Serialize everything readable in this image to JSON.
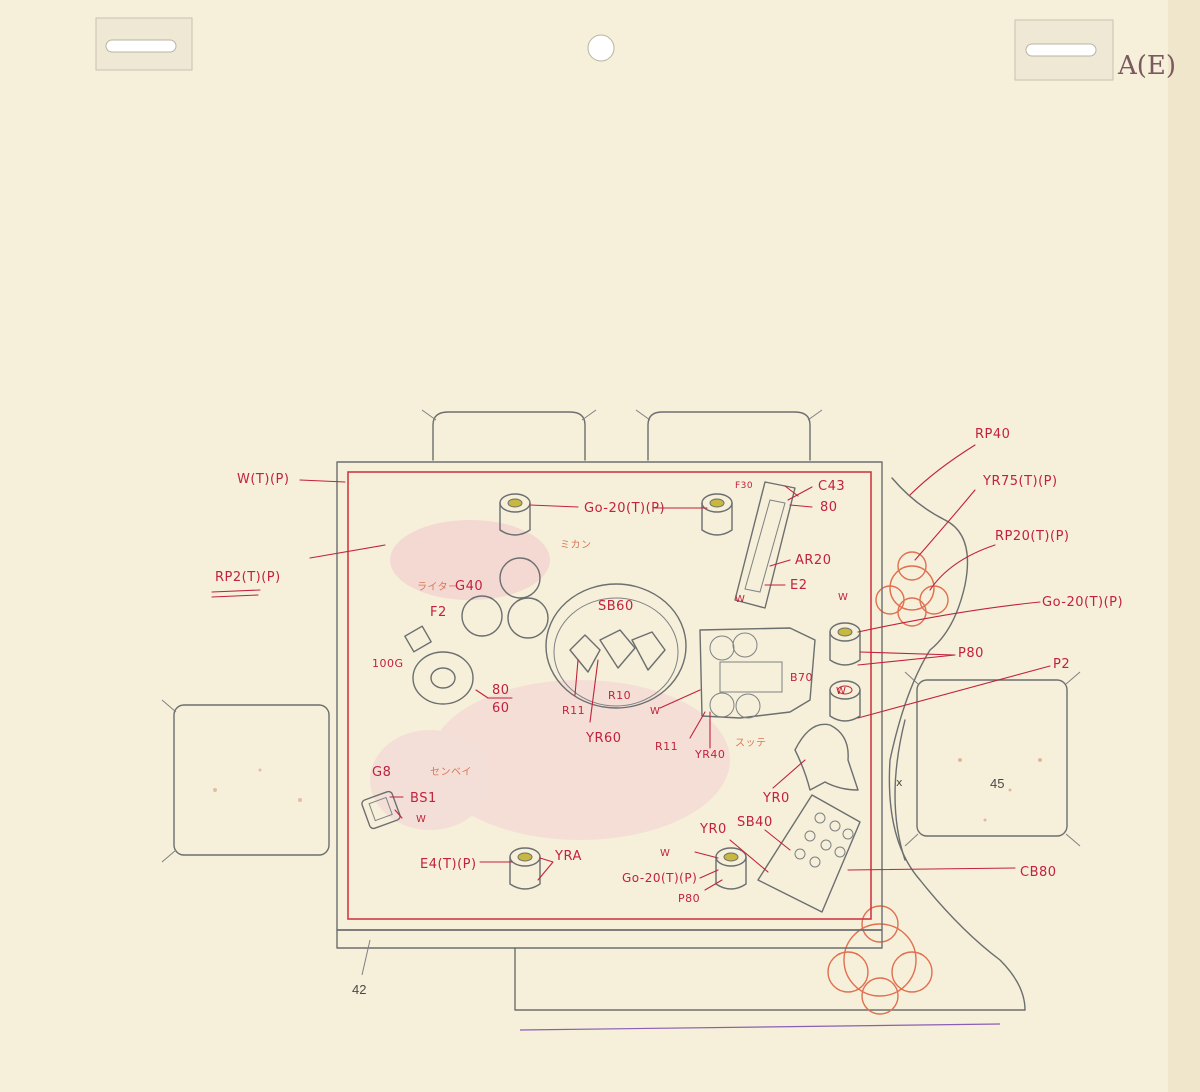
{
  "sheet": {
    "corner_mark": "A(E)",
    "bottom_number": "42",
    "right_cushion_number": "45"
  },
  "labels": {
    "w_tp_left": "W(T)(P)",
    "rp2_tp": "RP2(T)(P)",
    "go20_tp_1": "Go-20(T)(P)",
    "f30": "F30",
    "c43": "C43",
    "n80_top": "80",
    "ar20": "AR20",
    "e2": "E2",
    "w_box": "W",
    "rp40": "RP40",
    "yr75_tp": "YR75(T)(P)",
    "rp20_tp": "RP20(T)(P)",
    "w_cup_right": "W",
    "go20_tp_2": "Go-20(T)(P)",
    "p80_right": "P80",
    "p2": "P2",
    "b70": "B70",
    "w_cup_right2": "W",
    "g40": "G40",
    "f2": "F2",
    "sb60": "SB60",
    "n100g": "100G",
    "frac_top": "80",
    "frac_bottom": "60",
    "r10": "R10",
    "r11_bowl": "R11",
    "yr60": "YR60",
    "w_pack": "W",
    "r11_pack": "R11",
    "yr40": "YR40",
    "yr0_cloth": "YR0",
    "g8": "G8",
    "bs1": "BS1",
    "w_phone": "W",
    "e4_tp": "E4(T)(P)",
    "yra": "YRA",
    "w_cup_bottom": "W",
    "go20_tp_3": "Go-20(T)(P)",
    "p80_bottom": "P80",
    "yr0_box": "YR0",
    "sb40": "SB40",
    "cb80": "CB80",
    "x_mark": "x"
  }
}
